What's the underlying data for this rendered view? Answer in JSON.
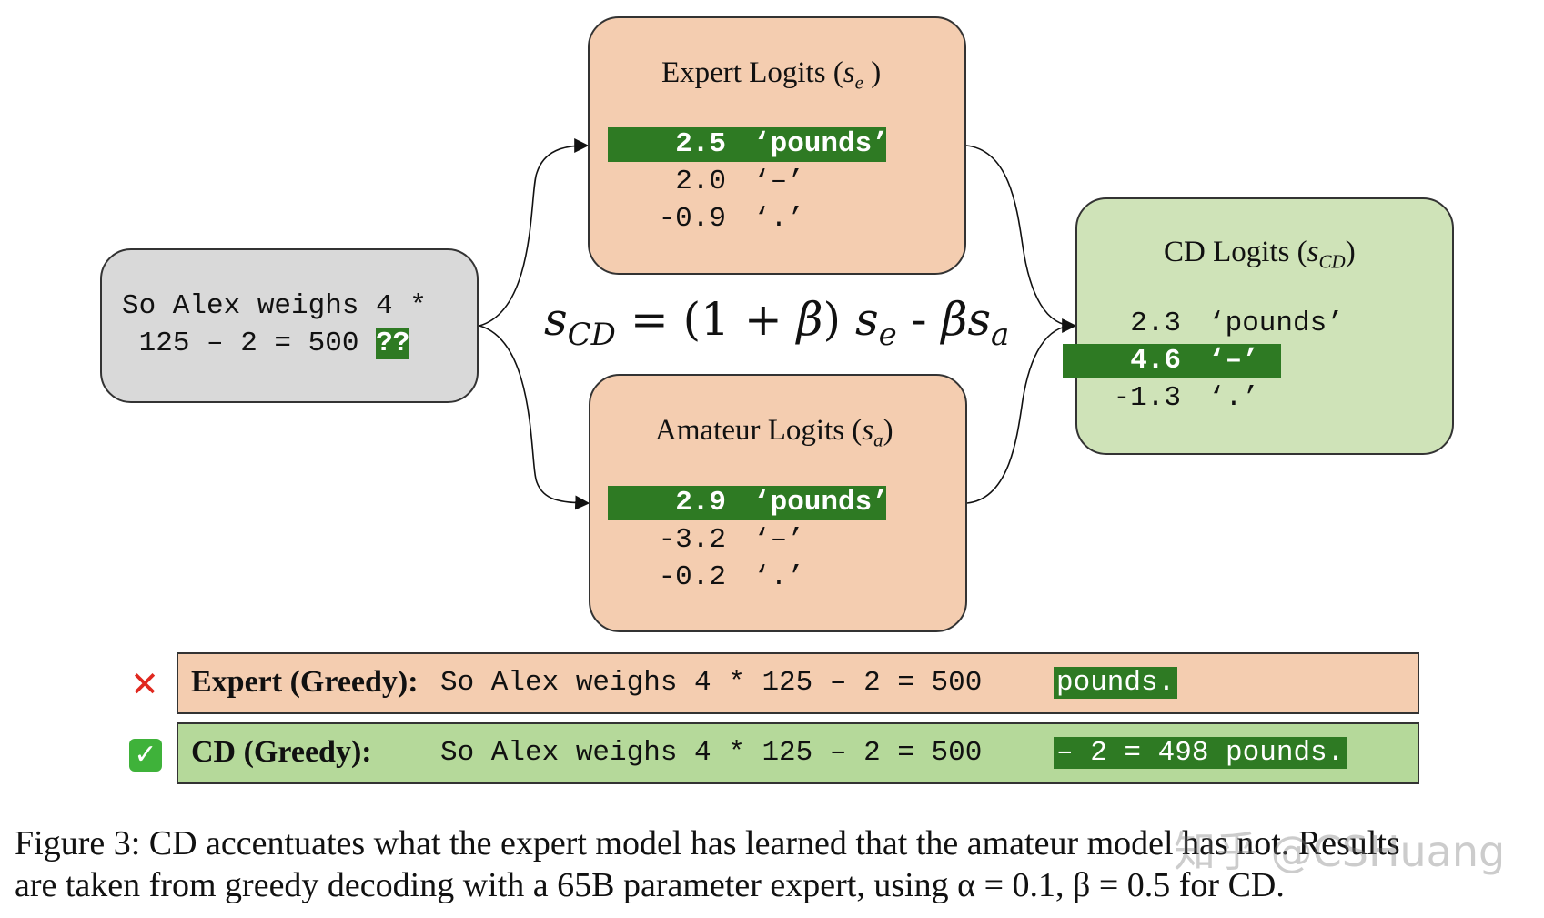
{
  "input_box": {
    "line1": "So Alex weighs 4 *",
    "line2": "125 – 2 = 500 ",
    "highlight": "??"
  },
  "formula": {
    "s": "s",
    "cd_sub": "CD",
    "eq": " = (1 + ",
    "beta": "β",
    "close": ") ",
    "se": "s",
    "e_sub": "e",
    "minus": " -  ",
    "beta2": "β",
    "sa": "s",
    "a_sub": "a"
  },
  "expert_box": {
    "title": "Expert Logits (",
    "title_var": "s",
    "title_sub": "e",
    "title_end": " )",
    "rows": [
      {
        "value": "2.5",
        "token": "‘pounds’",
        "highlight": true
      },
      {
        "value": "2.0",
        "token": "‘–’",
        "highlight": false
      },
      {
        "value": "-0.9",
        "token": "‘.’",
        "highlight": false
      }
    ]
  },
  "amateur_box": {
    "title": "Amateur Logits (",
    "title_var": "s",
    "title_sub": "a",
    "title_end": ")",
    "rows": [
      {
        "value": "2.9",
        "token": "‘pounds’",
        "highlight": true
      },
      {
        "value": "-3.2",
        "token": "‘–’",
        "highlight": false
      },
      {
        "value": "-0.2",
        "token": "‘.’",
        "highlight": false
      }
    ]
  },
  "cd_box": {
    "title": "CD Logits (",
    "title_var": "s",
    "title_sub": "CD",
    "title_end": ")",
    "rows": [
      {
        "value": "2.3",
        "token": "‘pounds’",
        "highlight": false
      },
      {
        "value": "4.6",
        "token": "‘–’",
        "highlight": true
      },
      {
        "value": "-1.3",
        "token": "‘.’",
        "highlight": false
      }
    ]
  },
  "results": {
    "expert": {
      "icon": "cross-mark-icon",
      "label": "Expert (Greedy):",
      "text": "So Alex weighs 4 * 125 – 2 = 500",
      "highlight": "pounds."
    },
    "cd": {
      "icon": "check-mark-icon",
      "label": "CD (Greedy):",
      "text": "So Alex weighs 4 * 125 – 2 = 500",
      "highlight": "– 2 = 498 pounds."
    }
  },
  "caption": {
    "line1": "Figure 3: CD accentuates what the expert model has learned that the amateur model has not. Results",
    "line2": "are taken from greedy decoding with a 65B parameter expert, using α = 0.1, β = 0.5 for CD."
  },
  "watermark": "知乎 @CSHuang",
  "colors": {
    "peach": "#f4cdb0",
    "green_box": "#cfe3b8",
    "green_result": "#b5d99a",
    "gray_box": "#d9d9d9",
    "highlight": "#2e7a23",
    "cross": "#e0281f",
    "check": "#3fb23a"
  }
}
